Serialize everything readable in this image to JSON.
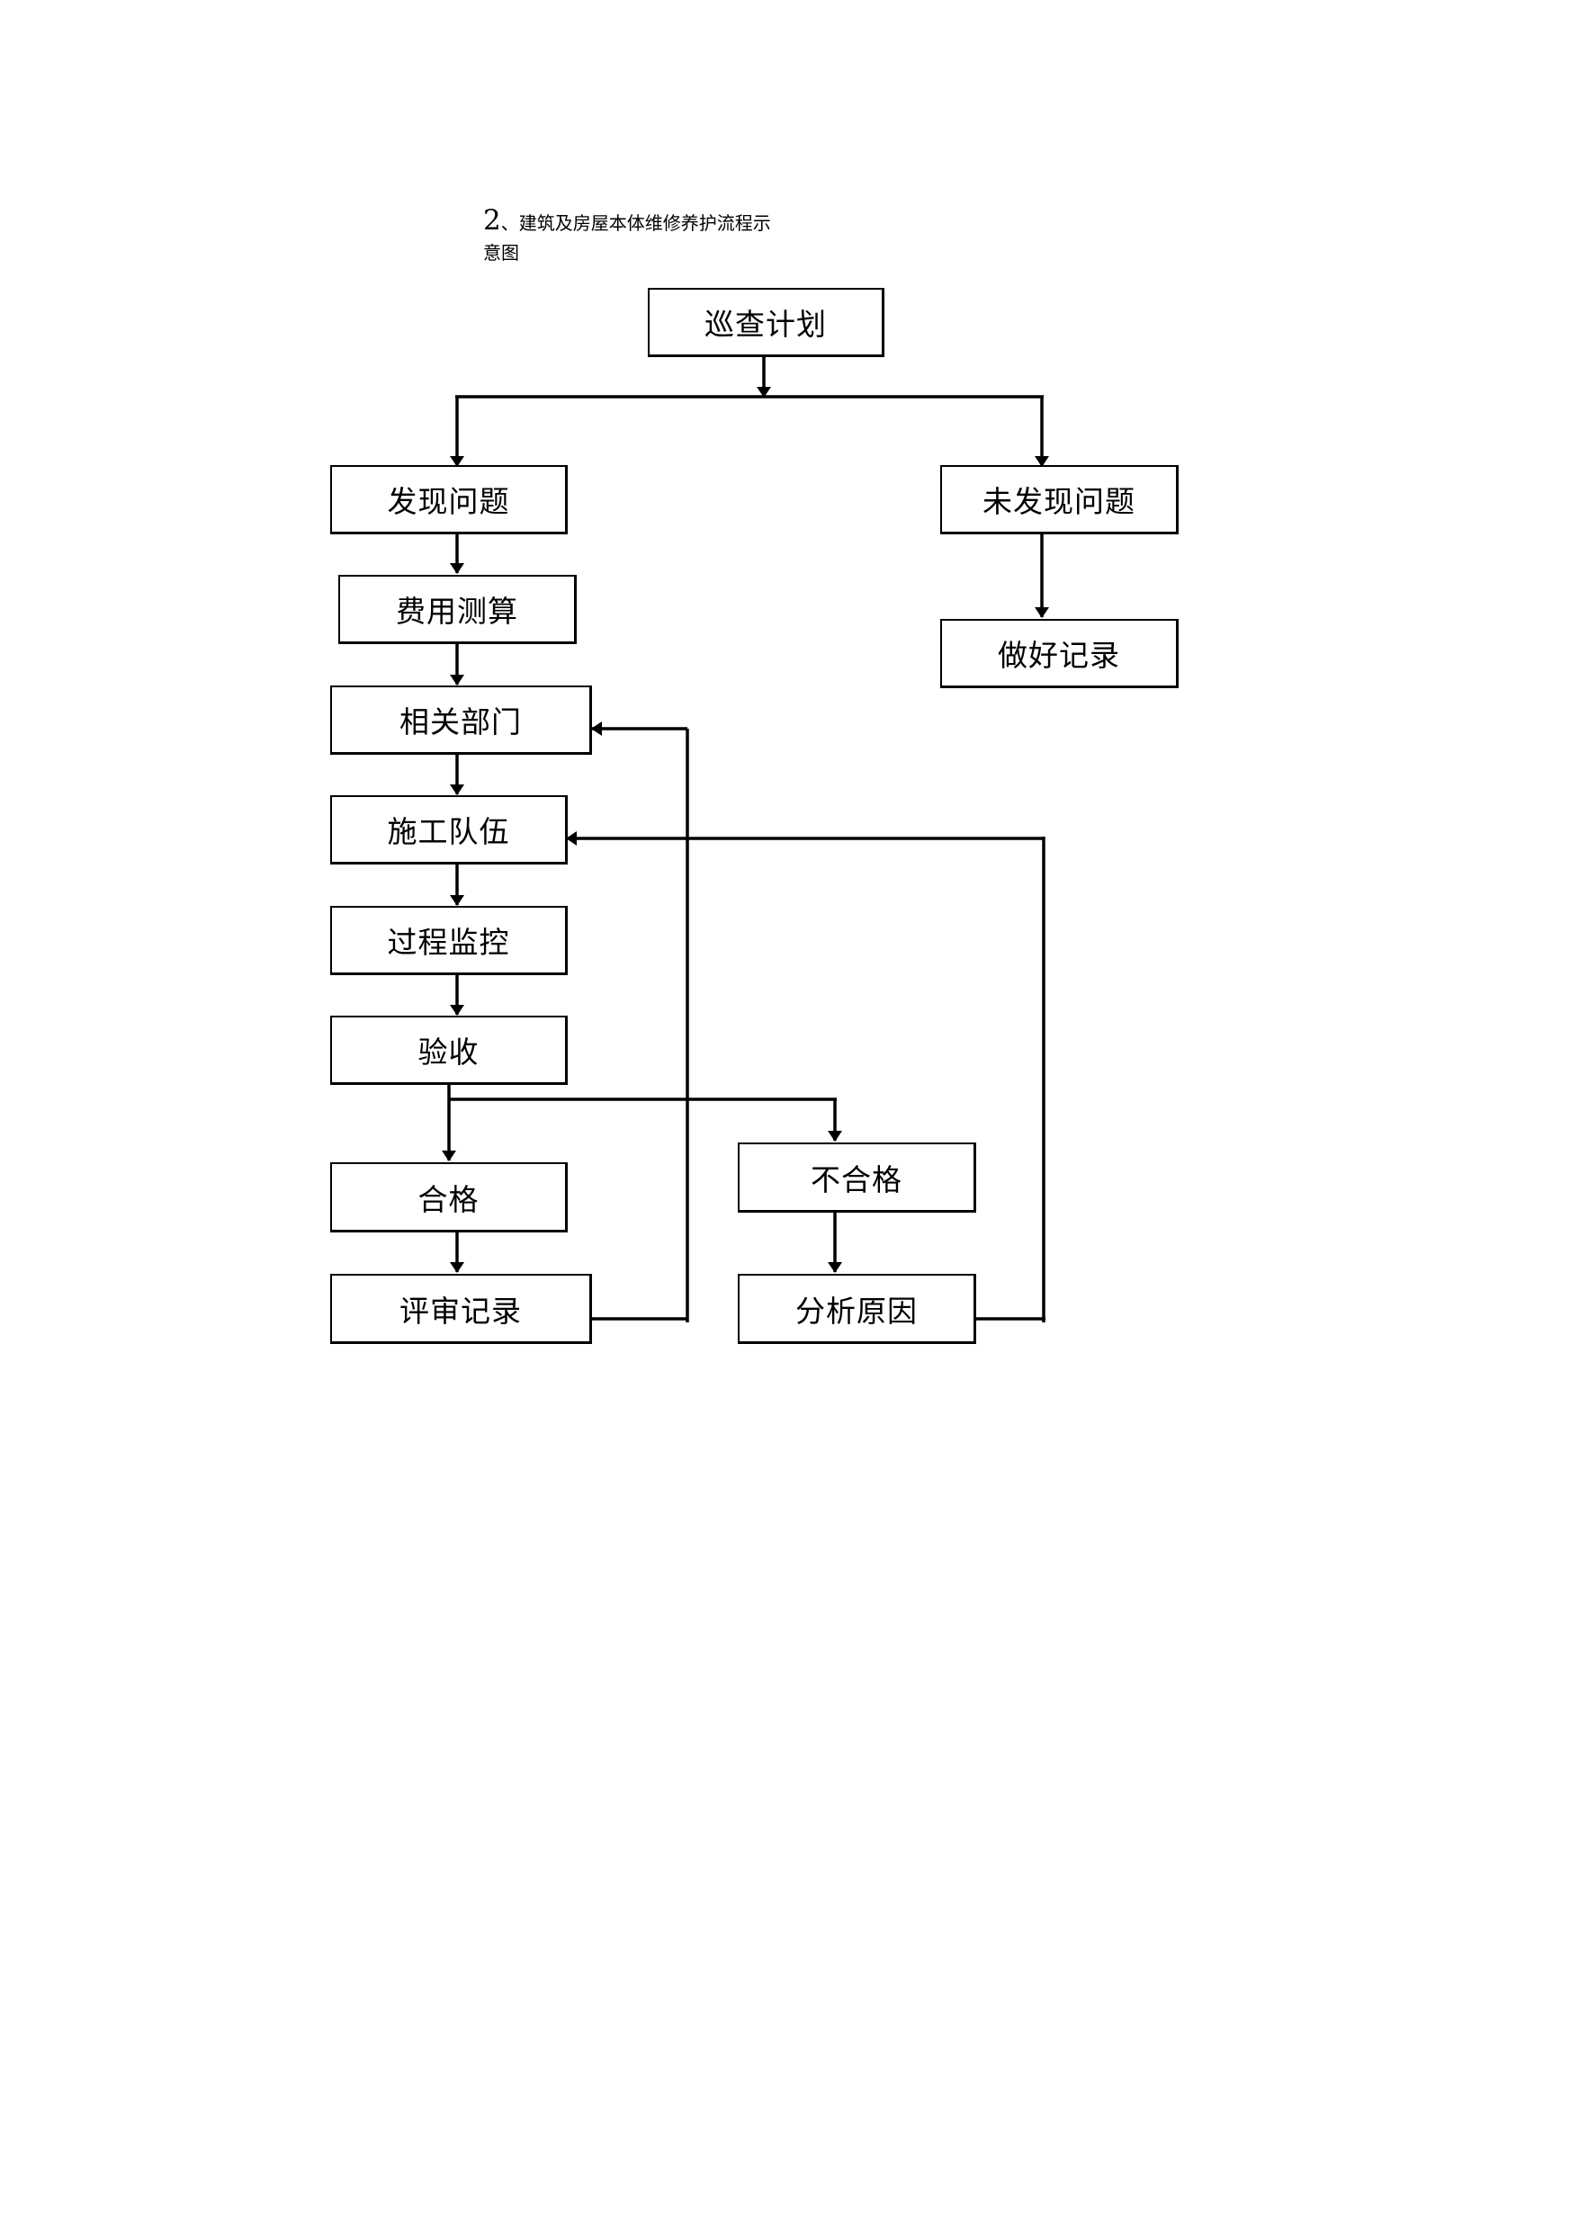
{
  "heading": {
    "number": "2",
    "separator": "、",
    "title_line1": "建筑及房屋本体维修养护流程示",
    "title_line2": "意图"
  },
  "nodes": {
    "patrol_plan": "巡查计划",
    "problem_found": "发现问题",
    "no_problem_found": "未发现问题",
    "make_record": "做好记录",
    "cost_estimate": "费用测算",
    "related_department": "相关部门",
    "construction_team": "施工队伍",
    "process_monitoring": "过程监控",
    "acceptance": "验收",
    "qualified": "合格",
    "unqualified": "不合格",
    "review_record": "评审记录",
    "analyze_cause": "分析原因"
  },
  "colors": {
    "line": "#000000",
    "box_border": "#000000",
    "background": "#ffffff"
  }
}
